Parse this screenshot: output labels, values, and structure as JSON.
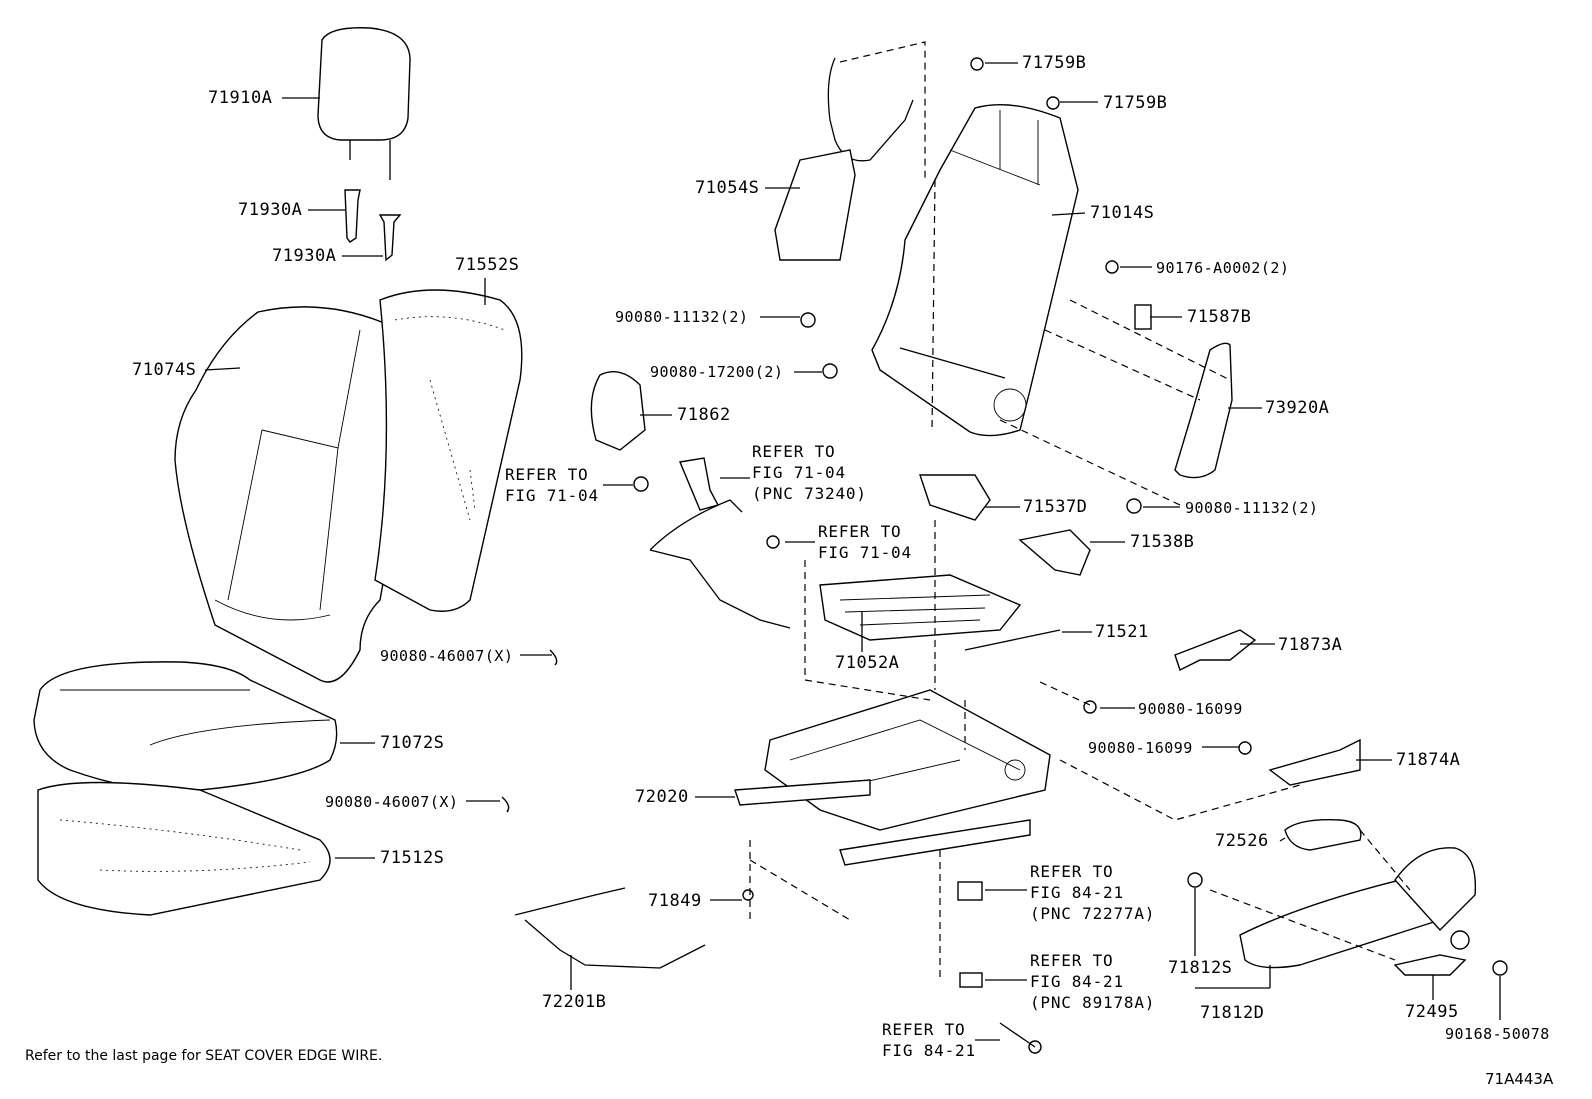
{
  "diagram": {
    "footnote": "Refer to the last page for SEAT COVER EDGE WIRE.",
    "figure_id": "71A443A",
    "part_labels": [
      "71910A",
      "71930A",
      "71930A",
      "71552S",
      "71074S",
      "71072S",
      "71512S",
      "90080-46007(X)",
      "90080-46007(X)",
      "71054S",
      "71759B",
      "71759B",
      "71014S",
      "90176-A0002(2)",
      "90080-11132(2)",
      "71587B",
      "90080-17200(2)",
      "73920A",
      "71862",
      "90080-11132(2)",
      "71537D",
      "71538B",
      "71521",
      "71052A",
      "71873A",
      "90080-16099",
      "90080-16099",
      "71874A",
      "72020",
      "72526",
      "71849",
      "72201B",
      "71812S",
      "71812D",
      "72495",
      "90168-50078"
    ],
    "references": [
      "REFER TO\nFIG 71-04",
      "REFER TO\nFIG 71-04\n(PNC 73240)",
      "REFER TO\nFIG 71-04",
      "REFER TO\nFIG 84-21\n(PNC 72277A)",
      "REFER TO\nFIG 84-21\n(PNC 89178A)",
      "REFER TO\nFIG 84-21"
    ]
  }
}
